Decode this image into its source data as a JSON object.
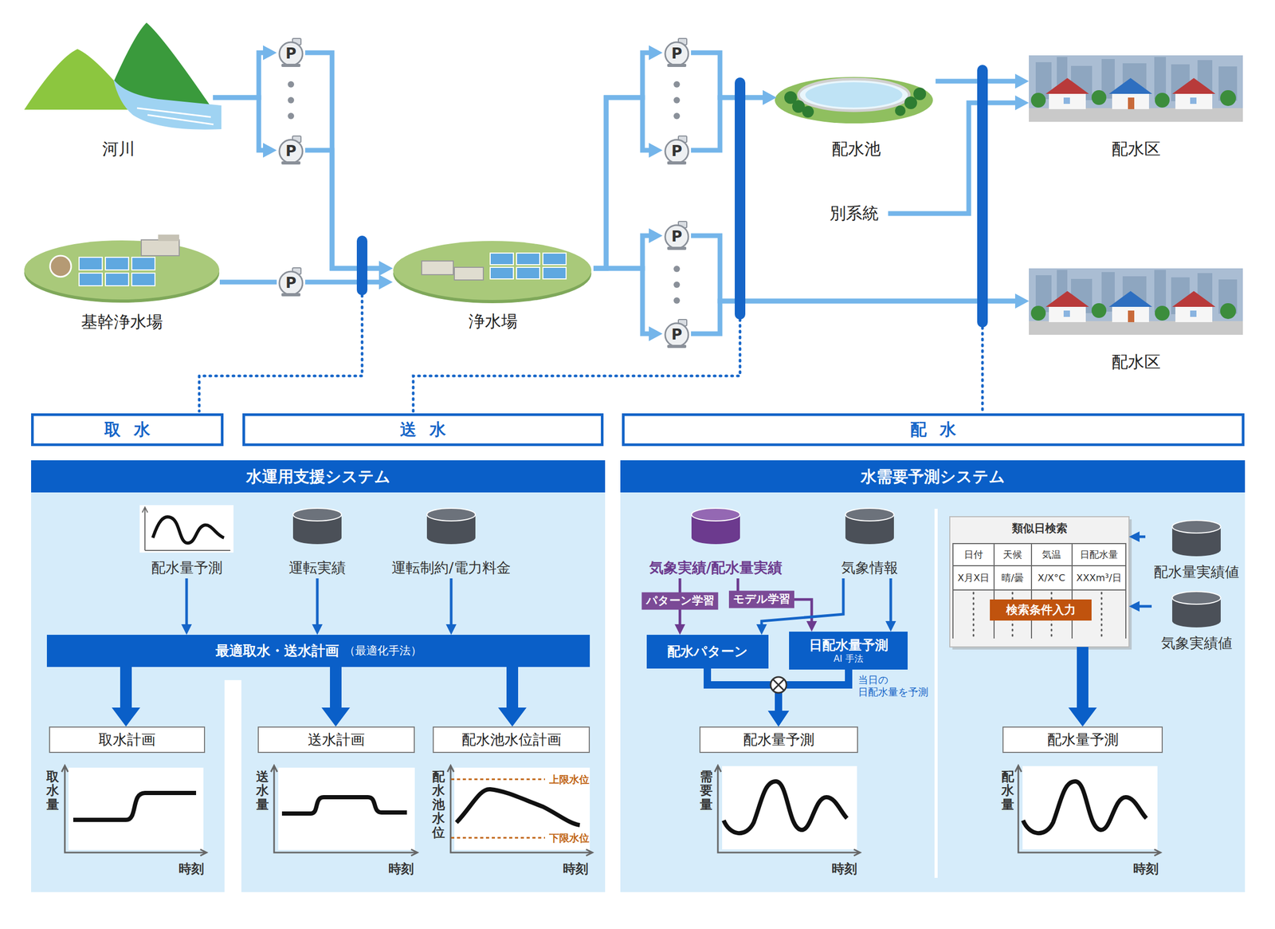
{
  "diagram": {
    "nodes": [
      {
        "text": [
          "河川"
        ]
      },
      {
        "text": [
          "P"
        ]
      },
      {
        "text": [
          "P"
        ]
      },
      {
        "text": [
          "基幹浄水場"
        ]
      },
      {
        "text": [
          "P"
        ]
      },
      {
        "text": [
          "浄水場"
        ]
      },
      {
        "text": [
          "P"
        ]
      },
      {
        "text": [
          "P"
        ]
      },
      {
        "text": [
          "P"
        ]
      },
      {
        "text": [
          "P"
        ]
      },
      {
        "text": [
          "配水池"
        ]
      },
      {
        "text": [
          "別系統"
        ]
      },
      {
        "text": [
          "配水区"
        ]
      },
      {
        "text": [
          "配水区"
        ]
      },
      {
        "text": [
          "取水"
        ]
      },
      {
        "text": [
          "送水"
        ]
      },
      {
        "text": [
          "配水"
        ]
      },
      {
        "text": [
          "水運用支援システム"
        ]
      },
      {
        "text": [
          "配水量予測"
        ],
        "in": 17
      },
      {
        "text": [
          "運転実績"
        ],
        "in": 17
      },
      {
        "text": [
          "運転制約/電力料金"
        ],
        "in": 17
      },
      {
        "text": [
          "最適取水・送水計画",
          "（最適化手法）"
        ],
        "in": 17
      },
      {
        "text": [
          "取水計画"
        ],
        "in": 17
      },
      {
        "text": [
          "送水計画"
        ],
        "in": 17
      },
      {
        "text": [
          "配水池水位計画"
        ],
        "in": 17
      },
      {
        "text": [
          "水需要予測システム"
        ]
      },
      {
        "text": [
          "気象実績/配水量実績"
        ],
        "in": 25
      },
      {
        "text": [
          "気象情報"
        ],
        "in": 25
      },
      {
        "text": [
          "配水パターン"
        ],
        "in": 25
      },
      {
        "text": [
          "日配水量予測",
          "AI 手法"
        ],
        "in": 25
      },
      {
        "text": [
          "配水量予測"
        ],
        "in": 25
      },
      {
        "text": [
          "類似日検索"
        ],
        "in": 25
      },
      {
        "text": [
          "検索条件入力"
        ],
        "in": 31
      },
      {
        "text": [
          "配水量実績値"
        ],
        "in": 25
      },
      {
        "text": [
          "気象実績値"
        ],
        "in": 25
      },
      {
        "text": [
          "配水量予測"
        ],
        "in": 25
      }
    ],
    "edges": [
      {
        "from": 0,
        "to": 1,
        "arrow": "to"
      },
      {
        "from": 0,
        "to": 2,
        "arrow": "to"
      },
      {
        "from": 1,
        "to": 5,
        "arrow": "to"
      },
      {
        "from": 2,
        "to": 5,
        "arrow": "to"
      },
      {
        "from": 3,
        "to": 4,
        "arrow": "none"
      },
      {
        "from": 4,
        "to": 5,
        "arrow": "to"
      },
      {
        "from": 5,
        "to": 6,
        "arrow": "to"
      },
      {
        "from": 5,
        "to": 7,
        "arrow": "to"
      },
      {
        "from": 5,
        "to": 8,
        "arrow": "to"
      },
      {
        "from": 5,
        "to": 9,
        "arrow": "to"
      },
      {
        "from": 6,
        "to": 10,
        "arrow": "to"
      },
      {
        "from": 7,
        "to": 10,
        "arrow": "to"
      },
      {
        "from": 8,
        "to": 13,
        "arrow": "to"
      },
      {
        "from": 9,
        "to": 13,
        "arrow": "to"
      },
      {
        "from": 10,
        "to": 12,
        "arrow": "to"
      },
      {
        "from": 11,
        "to": 12,
        "arrow": "to"
      },
      {
        "from": 18,
        "to": 21,
        "arrow": "to"
      },
      {
        "from": 19,
        "to": 21,
        "arrow": "to"
      },
      {
        "from": 20,
        "to": 21,
        "arrow": "to"
      },
      {
        "from": 21,
        "to": 22,
        "arrow": "to"
      },
      {
        "from": 21,
        "to": 23,
        "arrow": "to"
      },
      {
        "from": 21,
        "to": 24,
        "arrow": "to"
      },
      {
        "from": 26,
        "to": 28,
        "arrow": "to",
        "label": "パターン学習"
      },
      {
        "from": 26,
        "to": 29,
        "arrow": "to",
        "label": "モデル学習"
      },
      {
        "from": 27,
        "to": 28,
        "arrow": "to"
      },
      {
        "from": 27,
        "to": 29,
        "arrow": "to"
      },
      {
        "from": 28,
        "to": 30,
        "arrow": "to"
      },
      {
        "from": 29,
        "to": 30,
        "arrow": "to"
      },
      {
        "from": 33,
        "to": 31,
        "arrow": "to"
      },
      {
        "from": 34,
        "to": 31,
        "arrow": "to"
      },
      {
        "from": 31,
        "to": 35,
        "arrow": "to"
      }
    ],
    "labels": [
      "取水量",
      "時刻",
      "送水量",
      "時刻",
      "配水池水位",
      "上限水位",
      "下限水位",
      "時刻",
      "当日の 日配水量を予測",
      "日付",
      "天候",
      "気温",
      "日配水量",
      "X月X日",
      "晴/曇",
      "X/X°C",
      "XXXm³/日",
      "需要量",
      "時刻",
      "配水量",
      "時刻"
    ]
  }
}
